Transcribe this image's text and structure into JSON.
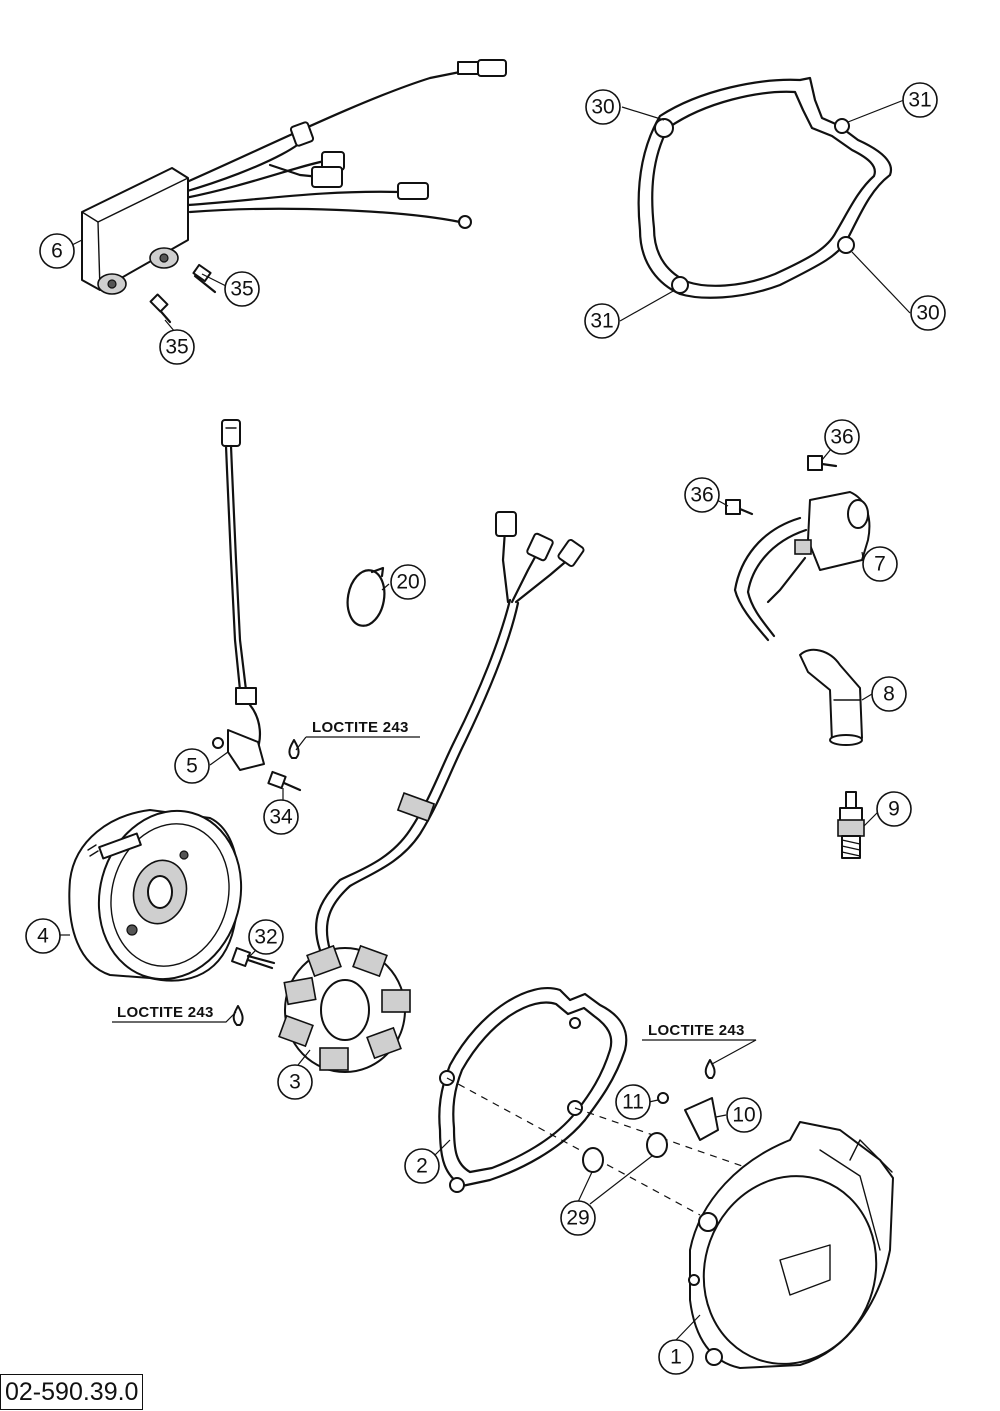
{
  "document_number": "02-590.39.0",
  "callouts": {
    "ignition_cover": "1",
    "cover_gasket": "2",
    "stator": "3",
    "rotor": "4",
    "pulse_sensor": "5",
    "cdi_unit": "6",
    "ignition_coil": "7",
    "spark_plug_cap": "8",
    "spark_plug": "9",
    "cover_plate": "10",
    "plate_screw": "11",
    "cable_clip": "20",
    "dowel_sleeve": "29",
    "gasket_hole_a_left": "30",
    "gasket_hole_a_right": "30",
    "gasket_hole_b_left": "31",
    "gasket_hole_b_right": "31",
    "stator_screw": "32",
    "sensor_screw": "34",
    "cdi_screw_upper": "35",
    "cdi_screw_lower": "35",
    "coil_screw_upper": "36",
    "coil_screw_lower": "36"
  },
  "loctite_notes": {
    "sensor": "LOCTITE 243",
    "stator": "LOCTITE 243",
    "cover": "LOCTITE 243"
  }
}
